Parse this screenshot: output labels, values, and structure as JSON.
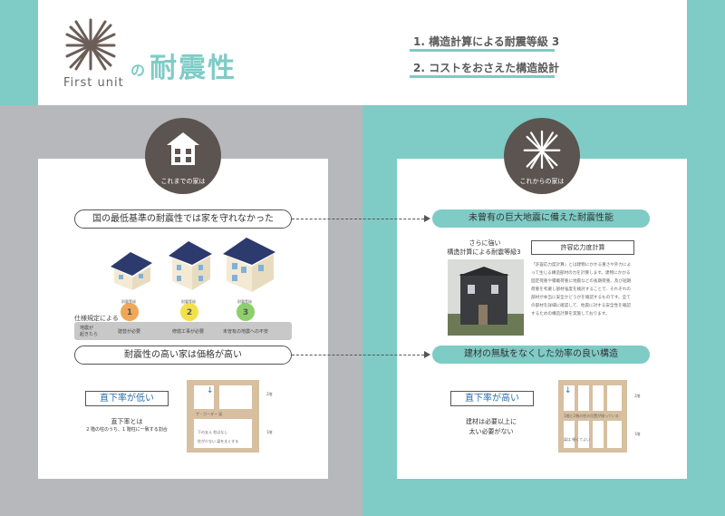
{
  "header": {
    "brand": "First unit",
    "title_particle": "の",
    "title": "耐震性",
    "points": [
      "1. 構造計算による耐震等級 3",
      "2. コストをおさえた構造設計"
    ]
  },
  "left": {
    "circle_label": "これまでの家は",
    "pill1": "国の最低基準の耐震性では家を守れなかった",
    "spec_label": "仕様規定による",
    "grades": [
      {
        "small": "耐震等級",
        "num": "1",
        "color": "#f0a857"
      },
      {
        "small": "耐震等級",
        "num": "2",
        "color": "#f4e04a"
      },
      {
        "small": "耐震等級",
        "num": "3",
        "color": "#8ccf6b"
      }
    ],
    "bar_head": [
      "地震が",
      "起きたら"
    ],
    "bar_items": [
      "建替が必要",
      "修繕工事が必要",
      "未曽有の地震への不安"
    ],
    "pill2": "耐震性の高い家は価格が高い",
    "box_label": "直下率が低い",
    "desc_title": "直下率とは",
    "desc_body": "2 階の柱のうち、1 階柱に一致する割合",
    "diagram_notes": {
      "n1": "2階",
      "n2": "1階",
      "beam": "ザ・ガーダー 梁",
      "under": "下の支え 柱はなし",
      "bottom": "柱が少ない 梁を太くする"
    }
  },
  "right": {
    "circle_label": "これからの家は",
    "pill1": "未曾有の巨大地震に備えた耐震性能",
    "intro_lines": [
      "さらに強い",
      "構造計算による耐震等級3"
    ],
    "method_title": "許容応力度計算",
    "method_body": [
      "「許容応力度計算」とは建物にかかる重さや外力によ",
      "って生じる構造部材の力を計算します。建物にかかる",
      "固定荷重や積載荷重に地震などの長期荷重、及び短期",
      "荷重を考慮し部材強度を検討することで、それぞれの",
      "部材が本当に安全かどうかを確認するものです。全て",
      "の部材を詳細に確認して、地震に対する安全性を確認",
      "するための構造計算を実施しております。"
    ],
    "pill2": "建材の無駄をなくした効率の良い構造",
    "box_label": "直下率が高い",
    "desc_lines": [
      "建材は必要以上に",
      "太い必要がない"
    ],
    "diagram_notes": {
      "n1": "2階",
      "n2": "1階",
      "beam": "1階と2階の柱の位置が揃っている",
      "bottom": "梁は 細くてよい"
    }
  },
  "colors": {
    "teal": "#7fcbc6",
    "gray": "#b7b8bb",
    "dark": "#5c5450",
    "wood": "#d7bfa0"
  }
}
